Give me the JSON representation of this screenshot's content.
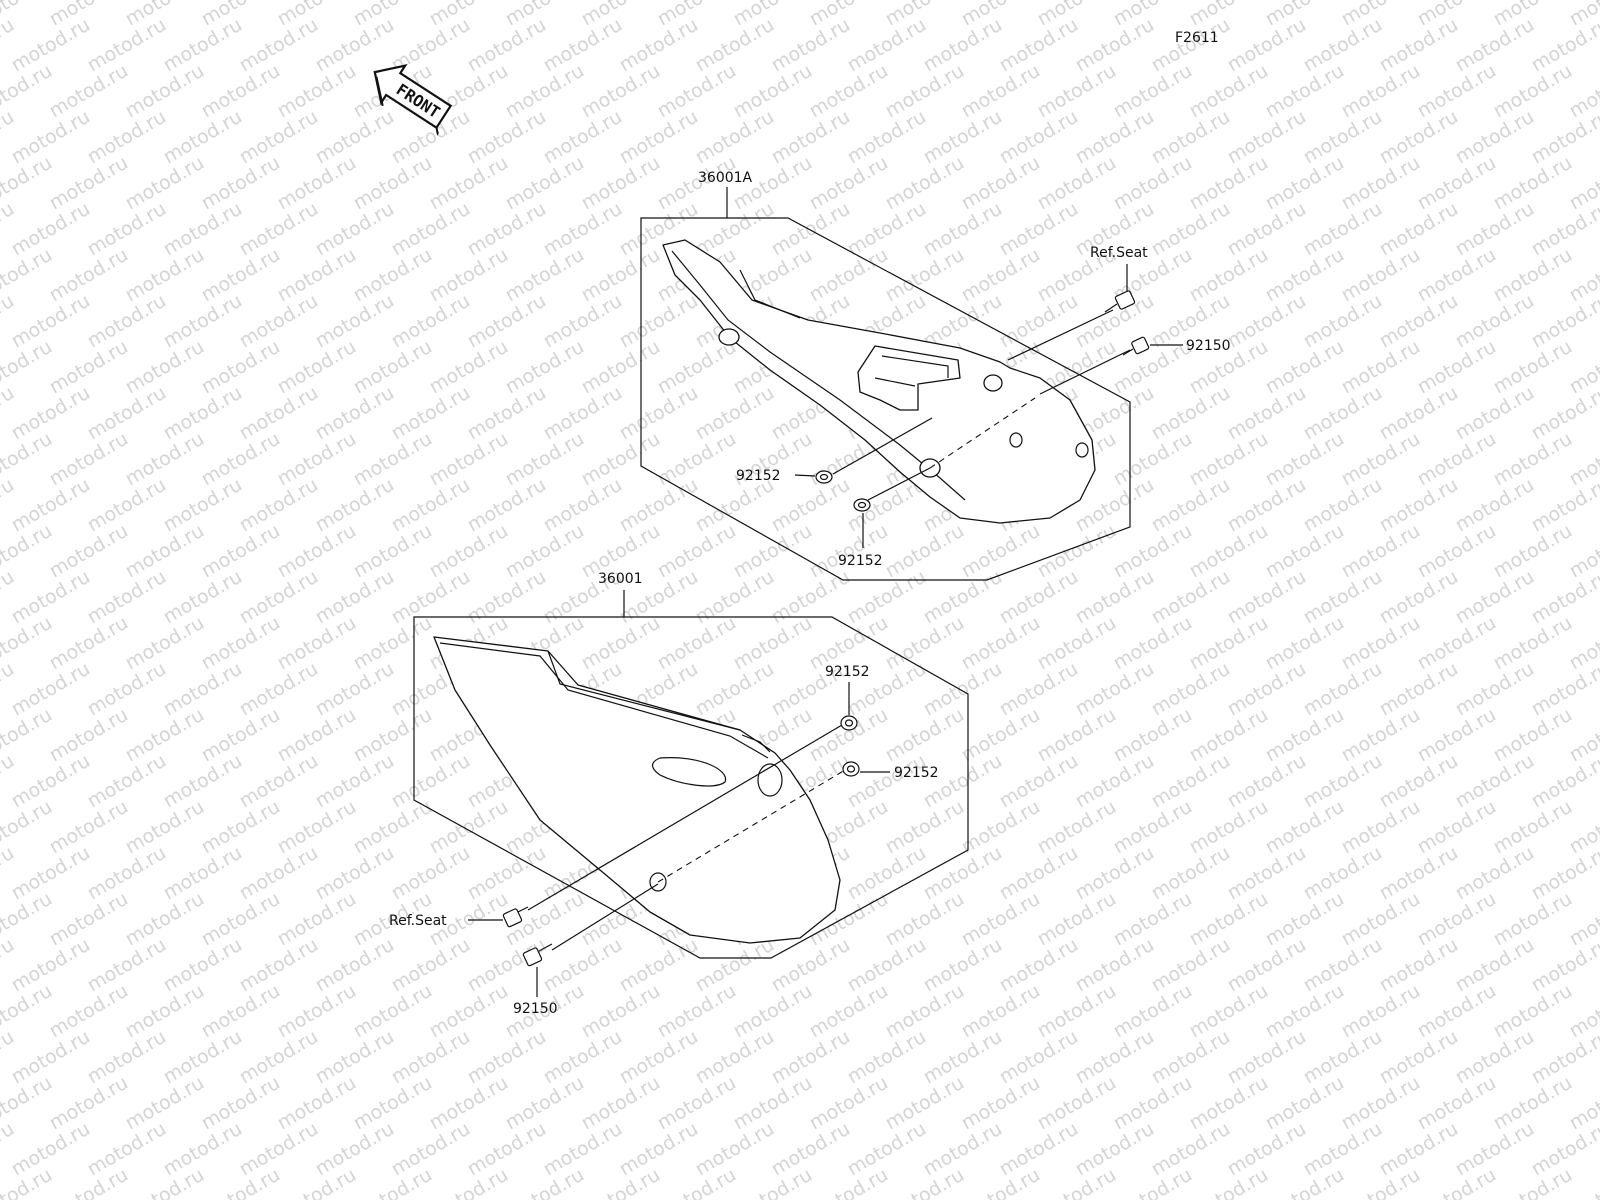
{
  "diagram_id": "F2611",
  "front_arrow_label": "FRONT",
  "watermark_text": "motod.ru",
  "upper_assembly": {
    "part_label": "36001A",
    "ref_label": "Ref.Seat",
    "bolt_label": "92150",
    "washer_label_left": "92152",
    "washer_label_bottom": "92152"
  },
  "lower_assembly": {
    "part_label": "36001",
    "washer_label_top": "92152",
    "washer_label_right": "92152",
    "ref_label": "Ref.Seat",
    "bolt_label": "92150"
  }
}
